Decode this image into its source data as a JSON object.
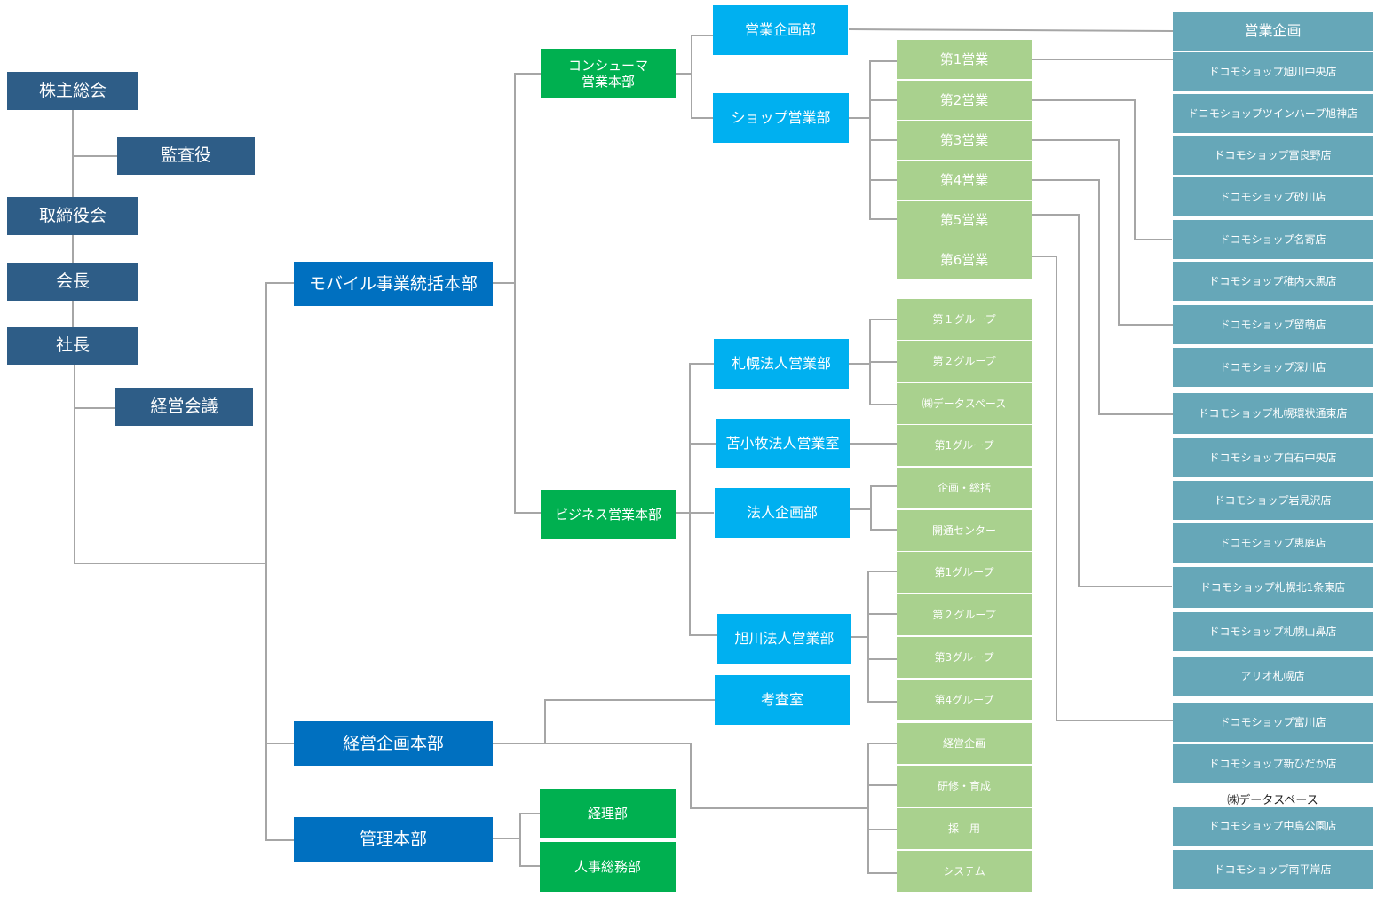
{
  "colors": {
    "executive": "#2e5d87",
    "headquarters": "#0070c0",
    "division": "#00b050",
    "department": "#00b0f0",
    "section": "#a9d18e",
    "shop": "#66a7b8",
    "connector": "#a6a6a6"
  },
  "executive": {
    "shareholders": "株主総会",
    "auditor": "監査役",
    "board": "取締役会",
    "chairman": "会長",
    "president": "社長",
    "management_council": "経営会議"
  },
  "headquarters": {
    "mobile": "モバイル事業統括本部",
    "planning": "経営企画本部",
    "admin": "管理本部"
  },
  "divisions": {
    "consumer": "コンシューマ\n営業本部",
    "business": "ビジネス営業本部",
    "accounting": "経理部",
    "hr_general": "人事総務部"
  },
  "departments": {
    "sales_planning": "営業企画部",
    "shop_sales": "ショップ営業部",
    "sapporo_corporate": "札幌法人営業部",
    "tomakomai_corporate": "苫小牧法人営業室",
    "corporate_planning": "法人企画部",
    "asahikawa_corporate": "旭川法人営業部",
    "audit_office": "考査室"
  },
  "sales_sections": [
    "第1営業",
    "第2営業",
    "第3営業",
    "第4営業",
    "第5営業",
    "第6営業"
  ],
  "sapporo_groups": [
    "第１グループ",
    "第２グループ",
    "㈱データスペース"
  ],
  "tomakomai_groups": [
    "第1グループ"
  ],
  "corporate_planning_groups": [
    "企画・総括",
    "開通センター"
  ],
  "asahikawa_groups": [
    "第1グループ",
    "第２グループ",
    "第3グループ",
    "第4グループ"
  ],
  "planning_groups": [
    "経営企画",
    "研修・育成",
    "採　用",
    "システム"
  ],
  "shops": {
    "sales_planning": "営業企画",
    "list": [
      "ドコモショップ旭川中央店",
      "ドコモショップツインハープ旭神店",
      "ドコモショップ富良野店",
      "ドコモショップ砂川店",
      "ドコモショップ名寄店",
      "ドコモショップ稚内大黒店",
      "ドコモショップ留萌店",
      "ドコモショップ深川店",
      "ドコモショップ札幌環状通東店",
      "ドコモショップ白石中央店",
      "ドコモショップ岩見沢店",
      "ドコモショップ恵庭店",
      "ドコモショップ札幌北1条東店",
      "ドコモショップ札幌山鼻店",
      "アリオ札幌店",
      "ドコモショップ富川店",
      "ドコモショップ新ひだか店"
    ],
    "dataspace_caption": "㈱データスペース",
    "dataspace_list": [
      "ドコモショップ中島公園店",
      "ドコモショップ南平岸店"
    ]
  }
}
